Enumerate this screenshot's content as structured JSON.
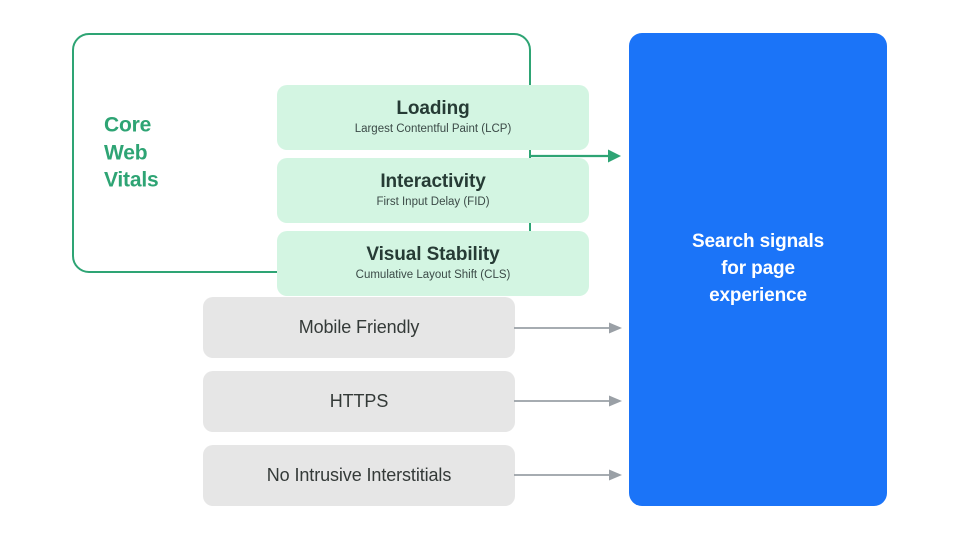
{
  "diagram": {
    "title": "Search signals for page experience",
    "colors": {
      "green_accent": "#2EA474",
      "green_card_fill": "#D3F5E2",
      "gray_card_fill": "#E6E6E6",
      "blue_panel": "#1B74F8",
      "text_dark": "#263B35",
      "arrow_gray": "#9AA0A6"
    }
  },
  "core_web_vitals": {
    "label": "Core\nWeb\nVitals",
    "metrics": [
      {
        "title": "Loading",
        "subtitle": "Largest Contentful Paint (LCP)",
        "abbr": "LCP"
      },
      {
        "title": "Interactivity",
        "subtitle": "First Input Delay (FID)",
        "abbr": "FID"
      },
      {
        "title": "Visual Stability",
        "subtitle": "Cumulative Layout Shift (CLS)",
        "abbr": "CLS"
      }
    ]
  },
  "other_signals": [
    {
      "label": "Mobile Friendly"
    },
    {
      "label": "HTTPS"
    },
    {
      "label": "No Intrusive Interstitials"
    }
  ],
  "destination": {
    "text": "Search signals\nfor page\nexperience"
  },
  "arrows": [
    {
      "name": "core-web-vitals-arrow",
      "color": "#2EA474"
    },
    {
      "name": "mobile-friendly-arrow",
      "color": "#9AA0A6"
    },
    {
      "name": "https-arrow",
      "color": "#9AA0A6"
    },
    {
      "name": "no-intrusive-interstitials-arrow",
      "color": "#9AA0A6"
    }
  ]
}
